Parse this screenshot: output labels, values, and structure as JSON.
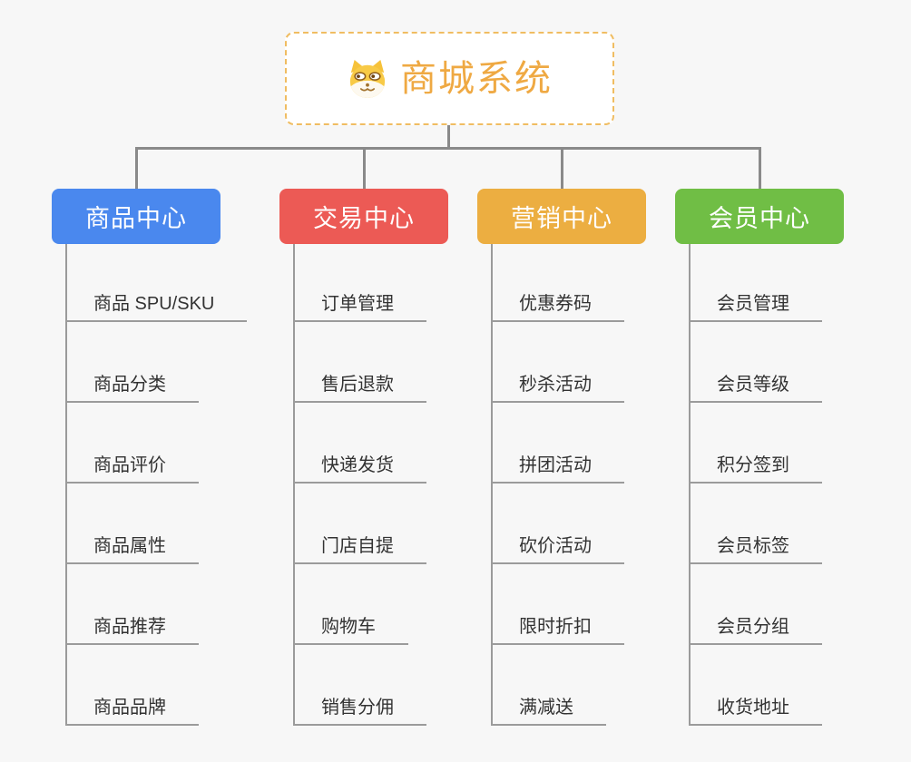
{
  "app": {
    "background": "#f7f7f7",
    "connector_color": "#8a8a8a",
    "underline_color": "#9b9b9b",
    "item_text_color": "#333333"
  },
  "root": {
    "title": "商城系统",
    "icon": "dog-face",
    "text_color": "#efa943",
    "border_color": "#f0bd62"
  },
  "branches": [
    {
      "label": "商品中心",
      "color": "#4a88ee",
      "children": [
        "商品 SPU/SKU",
        "商品分类",
        "商品评价",
        "商品属性",
        "商品推荐",
        "商品品牌"
      ]
    },
    {
      "label": "交易中心",
      "color": "#ec5a55",
      "children": [
        "订单管理",
        "售后退款",
        "快递发货",
        "门店自提",
        "购物车",
        "销售分佣"
      ]
    },
    {
      "label": "营销中心",
      "color": "#ecae41",
      "children": [
        "优惠券码",
        "秒杀活动",
        "拼团活动",
        "砍价活动",
        "限时折扣",
        "满减送"
      ]
    },
    {
      "label": "会员中心",
      "color": "#70be45",
      "children": [
        "会员管理",
        "会员等级",
        "积分签到",
        "会员标签",
        "会员分组",
        "收货地址"
      ]
    }
  ]
}
